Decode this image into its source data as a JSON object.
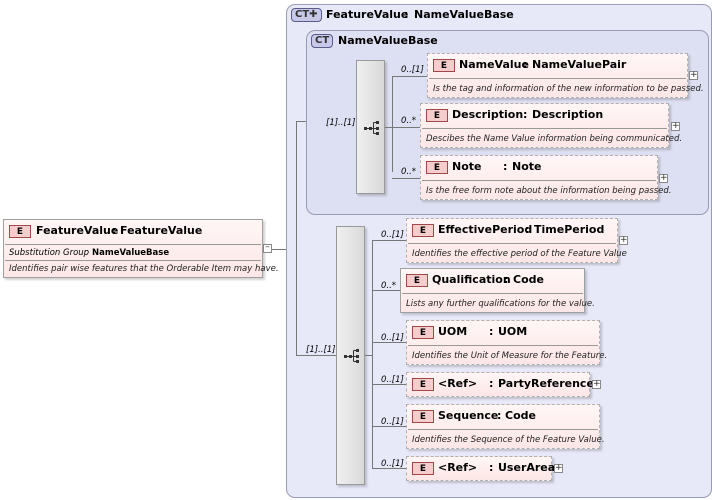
{
  "root": {
    "badge": "E",
    "name": "FeatureValue",
    "sep": ":",
    "type": "FeatureValue",
    "subst_label": "Substitution Group",
    "subst_value": "NameValueBase",
    "doc": "Identifies pair wise features that the Orderable Item may have."
  },
  "outer_ct": {
    "badge": "CT",
    "title": "FeatureValue",
    "sep": ":",
    "base": "NameValueBase"
  },
  "inner_ct": {
    "badge": "CT",
    "title": "NameValueBase"
  },
  "inner_sequence": {
    "cardinality": "[1]..[1]"
  },
  "outer_sequence": {
    "cardinality": "[1]..[1]"
  },
  "inner_elements": [
    {
      "cardinality": "0..[1]",
      "badge": "E",
      "name": "NameValue",
      "sep": ":",
      "type": "NameValuePair",
      "doc": "Is the tag and information of the new information to be passed."
    },
    {
      "cardinality": "0..*",
      "badge": "E",
      "name": "Description",
      "sep": ":",
      "type": "Description",
      "doc": "Descibes the Name Value information being communicated."
    },
    {
      "cardinality": "0..*",
      "badge": "E",
      "name": "Note",
      "sep": ":",
      "type": "Note",
      "doc": "Is the free form note about the information being passed."
    }
  ],
  "outer_elements": [
    {
      "cardinality": "0..[1]",
      "badge": "E",
      "name": "EffectivePeriod",
      "sep": ":",
      "type": "TimePeriod",
      "doc": "Identifies the effective period of the Feature Value"
    },
    {
      "cardinality": "0..*",
      "badge": "E",
      "name": "Qualification",
      "sep": ":",
      "type": "Code",
      "doc": "Lists any further qualifications for the value."
    },
    {
      "cardinality": "0..[1]",
      "badge": "E",
      "name": "UOM",
      "sep": ":",
      "type": "UOM",
      "doc": "Identifies the Unit of Measure for the Feature."
    },
    {
      "cardinality": "0..[1]",
      "badge": "E",
      "name": "<Ref>",
      "sep": ":",
      "type": "PartyReferences",
      "doc": ""
    },
    {
      "cardinality": "0..[1]",
      "badge": "E",
      "name": "Sequence",
      "sep": ":",
      "type": "Code",
      "doc": "Identifies the Sequence of the Feature Value."
    },
    {
      "cardinality": "0..[1]",
      "badge": "E",
      "name": "<Ref>",
      "sep": ":",
      "type": "UserArea",
      "doc": ""
    }
  ]
}
